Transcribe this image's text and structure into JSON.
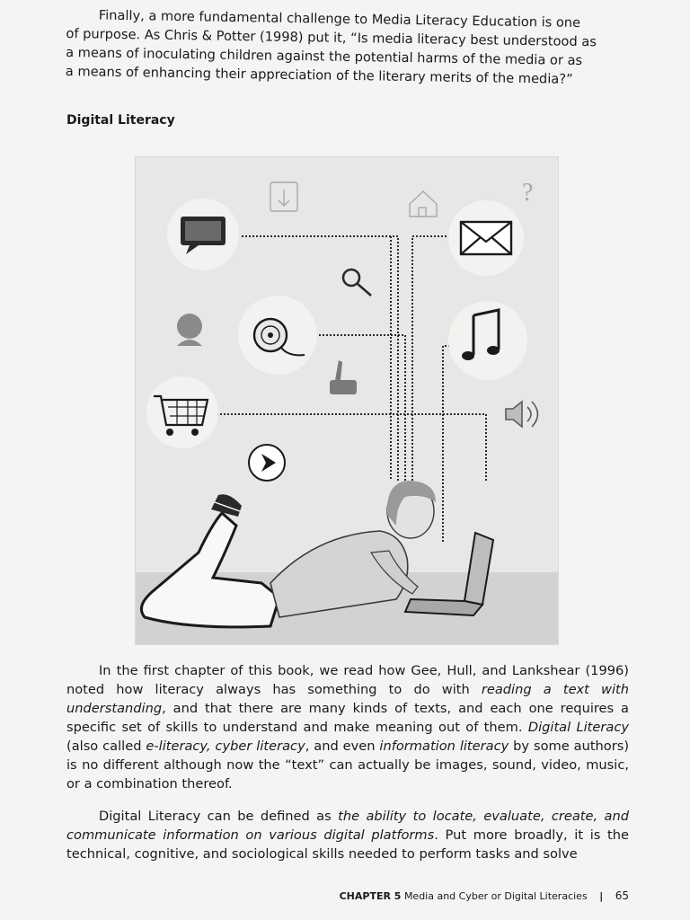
{
  "intro": {
    "lines": [
      "Finally, a more fundamental challenge to Media Literacy Education is one",
      "of purpose. As Chris & Potter (1998) put it, “Is media literacy best understood as",
      "a means of inoculating children against the potential harms of the media or as",
      "a means of enhancing their appreciation of the literary merits of the media?”"
    ]
  },
  "section_heading": "Digital Literacy",
  "body1": {
    "part1": "In the first chapter of this book, we read how Gee, Hull, and Lankshear (1996) noted how literacy always has something to do with ",
    "em1": "reading a text with understanding",
    "part2": ", and that there are many kinds of texts, and each one requires a specific set of skills to understand and make meaning out of them. ",
    "em2": "Digital Literacy",
    "part3": " (also called ",
    "em3": "e-literacy, cyber literacy",
    "part4": ", and even ",
    "em4": "information literacy",
    "part5": " by some authors) is no different although now the “text” can actually be images, sound, video, music, or a combination thereof."
  },
  "body2": {
    "part1": "Digital Literacy can be defined as ",
    "em1": "the ability to locate, evaluate, create, and communicate information on various digital platforms",
    "part2": ". Put more broadly, it is the technical, cognitive, and sociological skills needed to perform tasks and solve"
  },
  "footer": {
    "chapter": "CHAPTER 5",
    "chapter_title": "Media and Cyber or Digital Literacies",
    "separator": "|",
    "page_number": "65"
  },
  "figure": {
    "icons": [
      "chat-icon",
      "download-icon",
      "home-icon",
      "help-icon",
      "mail-icon",
      "search-icon",
      "cd-icon",
      "music-icon",
      "user-icon",
      "hand-icon",
      "cart-icon",
      "speaker-icon",
      "play-icon"
    ]
  }
}
